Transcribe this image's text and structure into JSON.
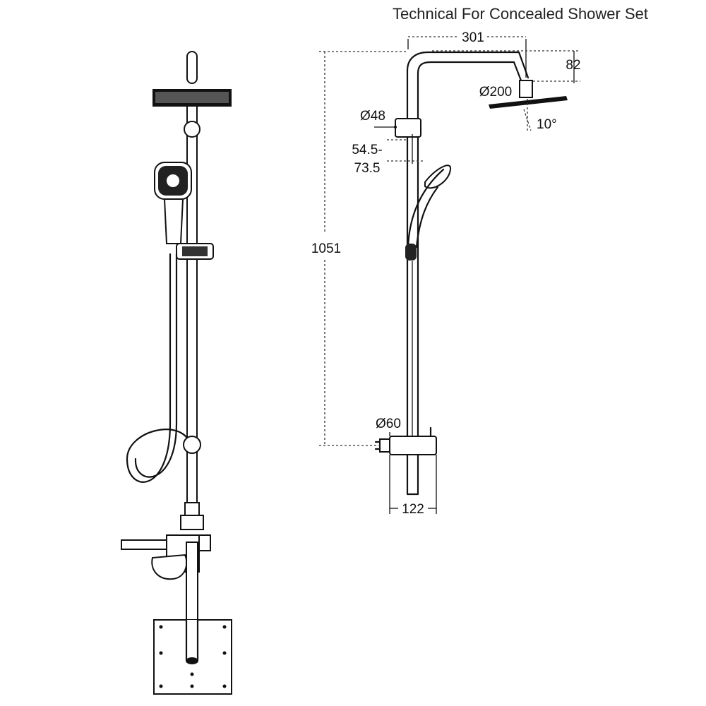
{
  "title": "Technical For Concealed Shower Set",
  "dimensions": {
    "arm_reach": "301",
    "head_drop": "82",
    "head_diameter": "Ø200",
    "head_tilt": "10°",
    "bracket_diameter": "Ø48",
    "bracket_offset_top": "54.5-",
    "bracket_offset_bottom": "73.5",
    "total_height": "1051",
    "valve_diameter": "Ø60",
    "valve_projection": "122"
  },
  "colors": {
    "line": "#111111",
    "background": "#ffffff",
    "title": "#222222"
  }
}
